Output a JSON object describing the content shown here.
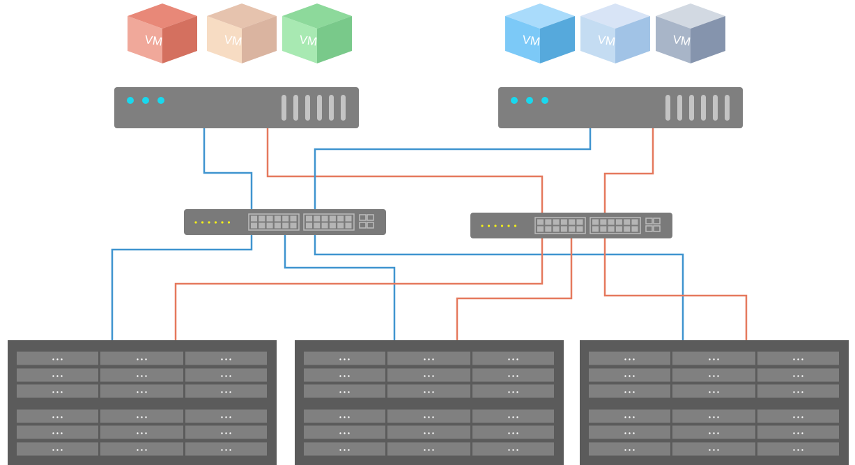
{
  "colors": {
    "link_blue": "#3f94cf",
    "link_orange": "#e5795d",
    "server": "#7f7f7f",
    "server_vent": "#c4c4c4",
    "server_led": "#19d8ee",
    "switch": "#7a7a7a",
    "switch_led": "#f2ef1a",
    "storage_frame": "#5b5b5b",
    "storage_drive": "#808080"
  },
  "hosts": [
    {
      "id": "host-left",
      "icon": "server-icon",
      "vms": [
        {
          "label": "VM",
          "colors": [
            "#f0a89a",
            "#e88878",
            "#d4705f"
          ]
        },
        {
          "label": "VM",
          "colors": [
            "#f7dcc3",
            "#e6c3ae",
            "#dab4a0"
          ]
        },
        {
          "label": "VM",
          "colors": [
            "#a8e9b2",
            "#8dd99b",
            "#79c98a"
          ]
        }
      ]
    },
    {
      "id": "host-right",
      "icon": "server-icon",
      "vms": [
        {
          "label": "VM",
          "colors": [
            "#7cc9f7",
            "#a9dbfb",
            "#56a9dc"
          ]
        },
        {
          "label": "VM",
          "colors": [
            "#c4dcf2",
            "#d8e4f6",
            "#a1c3e6"
          ]
        },
        {
          "label": "VM",
          "colors": [
            "#a8b5c8",
            "#d2d9e2",
            "#8594ad"
          ]
        }
      ]
    }
  ],
  "switches": [
    {
      "id": "switch-left",
      "icon": "network-switch-icon"
    },
    {
      "id": "switch-right",
      "icon": "network-switch-icon"
    }
  ],
  "storage": [
    {
      "id": "storage-left",
      "icon": "storage-array-icon"
    },
    {
      "id": "storage-middle",
      "icon": "storage-array-icon"
    },
    {
      "id": "storage-right",
      "icon": "storage-array-icon"
    }
  ],
  "links": [
    {
      "from": "host-left",
      "to": "switch-left",
      "color": "blue"
    },
    {
      "from": "host-left",
      "to": "switch-right",
      "color": "orange"
    },
    {
      "from": "host-right",
      "to": "switch-left",
      "color": "blue"
    },
    {
      "from": "host-right",
      "to": "switch-right",
      "color": "orange"
    },
    {
      "from": "switch-left",
      "to": "storage-left",
      "color": "blue"
    },
    {
      "from": "switch-left",
      "to": "storage-middle",
      "color": "blue"
    },
    {
      "from": "switch-left",
      "to": "storage-right",
      "color": "blue"
    },
    {
      "from": "switch-right",
      "to": "storage-left",
      "color": "orange"
    },
    {
      "from": "switch-right",
      "to": "storage-middle",
      "color": "orange"
    },
    {
      "from": "switch-right",
      "to": "storage-right",
      "color": "orange"
    }
  ]
}
